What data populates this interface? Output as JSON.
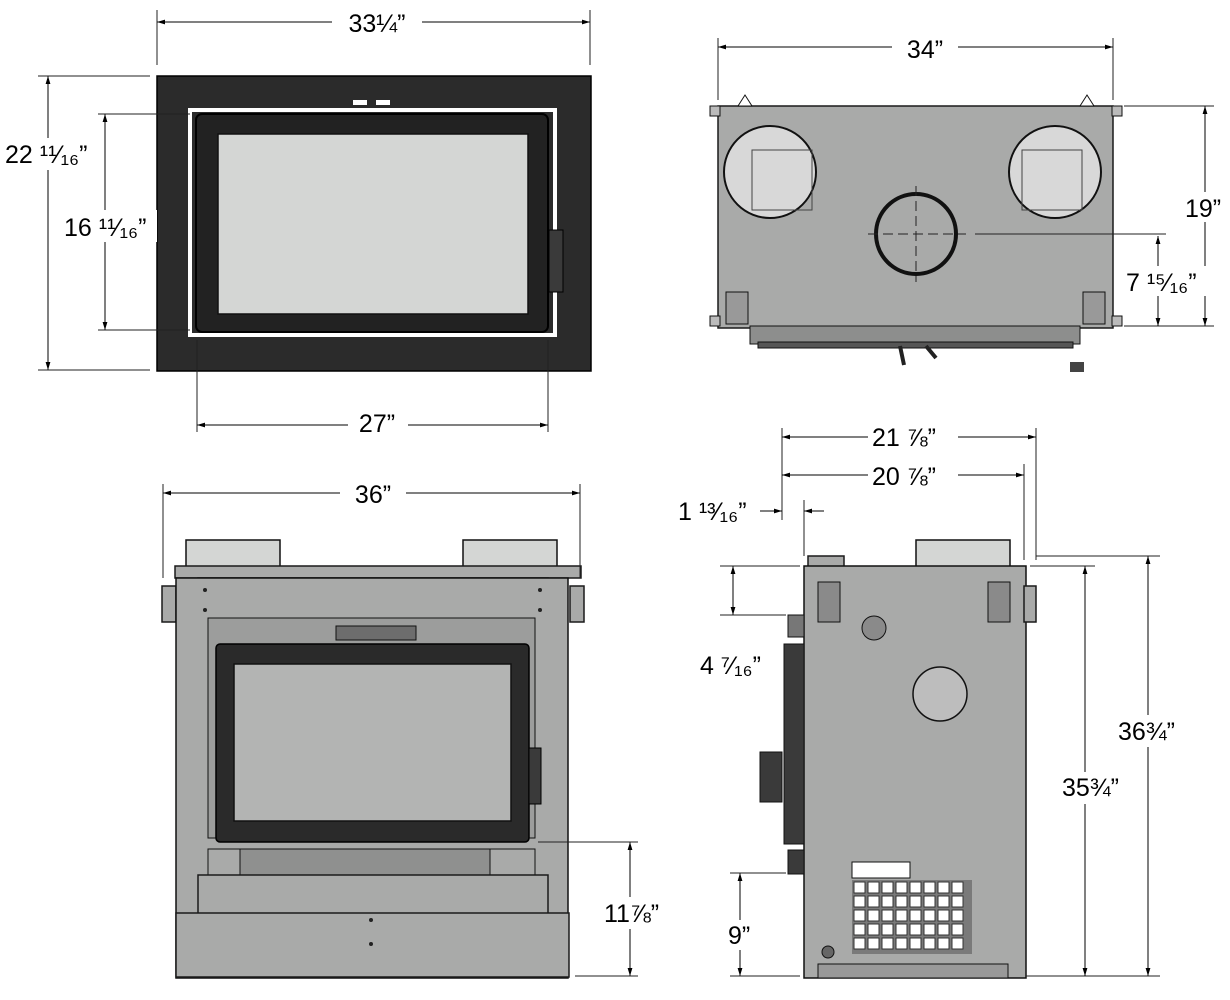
{
  "views": {
    "front_view_top": {
      "width_label": "33¼”",
      "height_label": "22 ¹¹⁄₁₆”",
      "inner_height_label": "16 ¹¹⁄₁₆”",
      "inner_width_label": "27”"
    },
    "top_view": {
      "width_label": "34”",
      "depth_label": "19”",
      "offset_label": "7 ¹⁵⁄₁₆”"
    },
    "front_view_bottom": {
      "width_label": "36”",
      "height_label": "11⅞”"
    },
    "side_view": {
      "depth_label": "21 ⅞”",
      "depth2_label": "20 ⅞”",
      "offset_label": "1 ¹³⁄₁₆”",
      "door_label": "4 ⁷⁄₁₆”",
      "total_height_label": "36¾”",
      "body_height_label": "35¾”",
      "base_label": "9”"
    }
  },
  "colors": {
    "frame": "#2b2b2b",
    "body": "#a9aaa9",
    "glass": "#d4d6d4"
  }
}
